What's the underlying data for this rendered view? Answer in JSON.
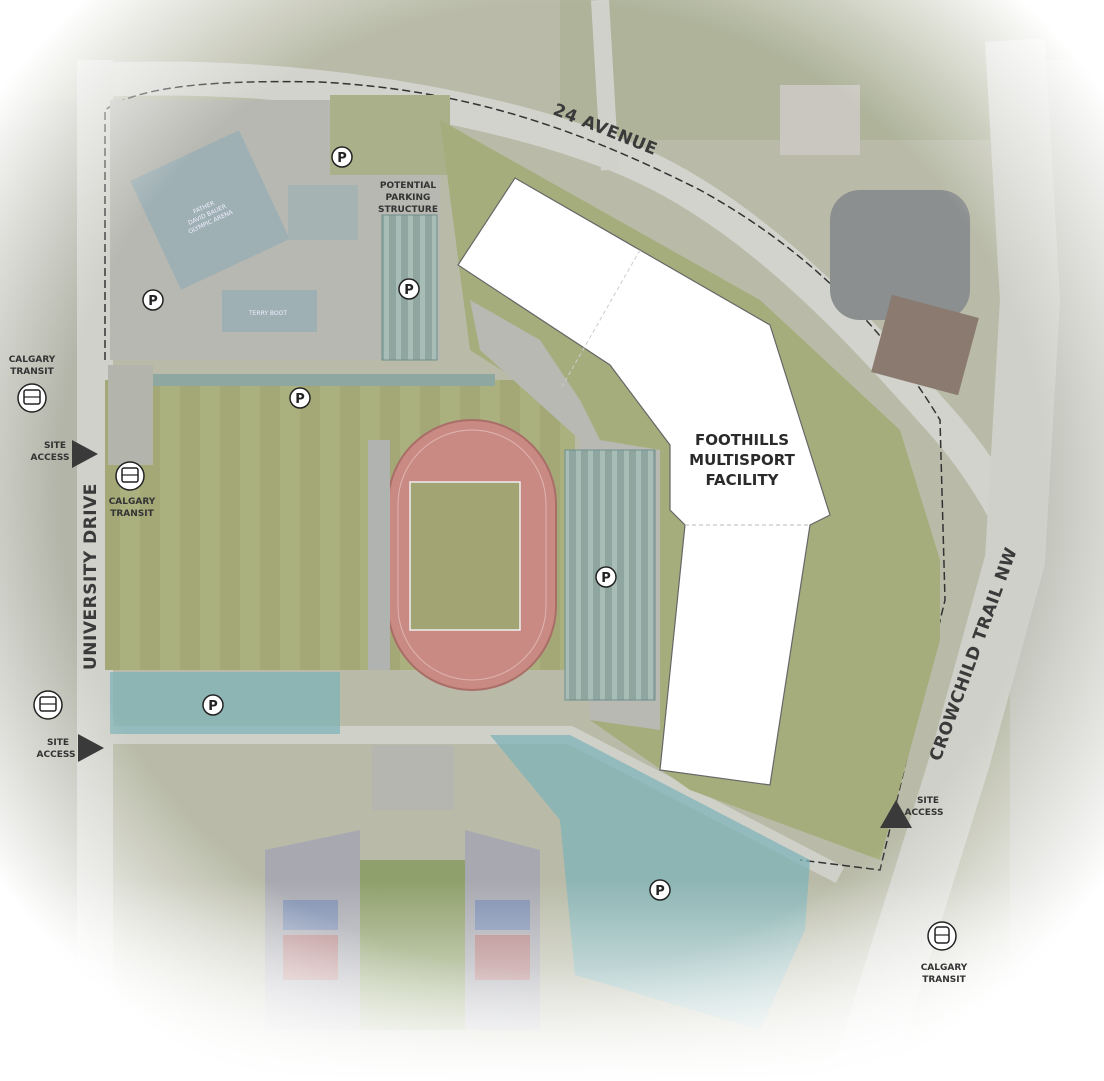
{
  "facility": {
    "line1": "FOOTHILLS",
    "line2": "MULTISPORT",
    "line3": "FACILITY"
  },
  "roads": {
    "avenue": "24 AVENUE",
    "university": "UNIVERSITY DRIVE",
    "crowchild": "CROWCHILD TRAIL NW"
  },
  "potential_parking": {
    "line1": "POTENTIAL",
    "line2": "PARKING",
    "line3": "STRUCTURE"
  },
  "parking_symbol": "P",
  "transit": {
    "line1": "CALGARY",
    "line2": "TRANSIT"
  },
  "site_access": {
    "line1": "SITE",
    "line2": "ACCESS"
  },
  "building_signs": {
    "arena": [
      "FATHER",
      "DAVID BAUER",
      "OLYMPIC ARENA"
    ],
    "small": "TERRY BOOT"
  },
  "colors": {
    "grass": "#a7b07f",
    "track": "#c98a84",
    "parking_overlay": "#7fb3b8",
    "building": "#ffffff",
    "road": "#c9ccc6",
    "vignette": "#ffffff"
  },
  "icons": [
    "parking-icon",
    "bus-icon",
    "train-icon",
    "site-access-arrow-icon"
  ]
}
